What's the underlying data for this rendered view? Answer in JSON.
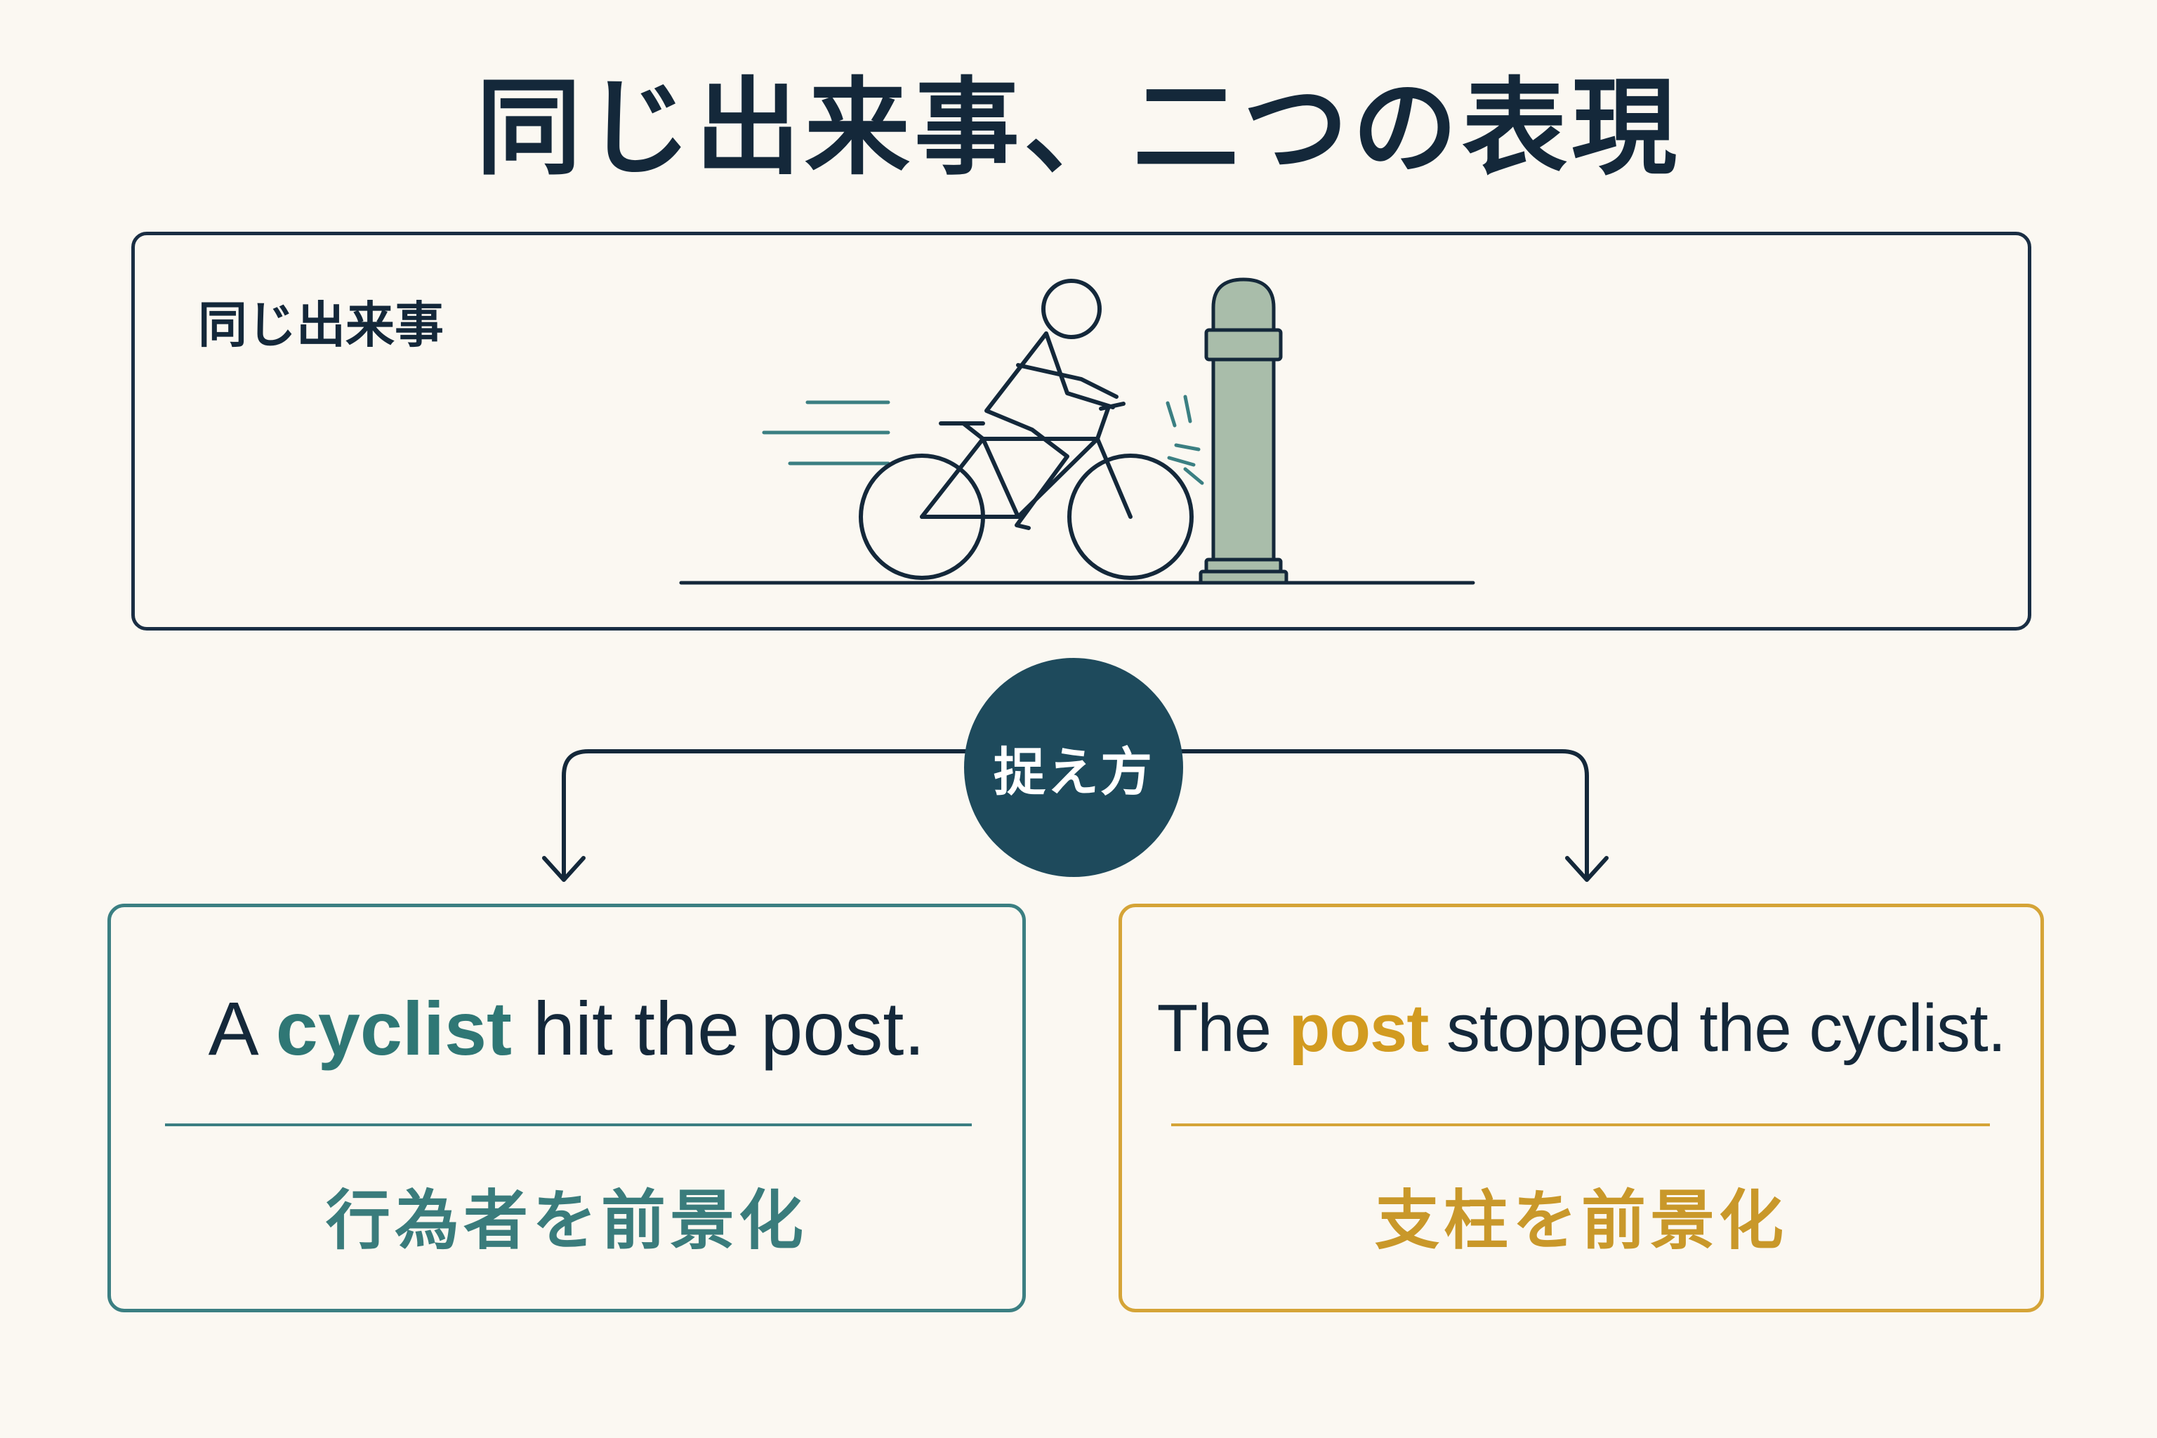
{
  "title": "同じ出来事、二つの表現",
  "event": {
    "label": "同じ出来事"
  },
  "hub": {
    "label": "捉え方"
  },
  "left_card": {
    "sentence_before": "A ",
    "sentence_highlight": "cyclist",
    "sentence_after": " hit the post.",
    "caption": "行為者を前景化",
    "accent_color": "#3b7f82"
  },
  "right_card": {
    "sentence_before": "The ",
    "sentence_highlight": "post",
    "sentence_after": " stopped the cyclist.",
    "caption": "支柱を前景化",
    "accent_color": "#d5a437"
  },
  "colors": {
    "background": "#fbf8f2",
    "ink": "#14283a",
    "hub": "#1e4a5c",
    "post": "#a9bdaa"
  }
}
